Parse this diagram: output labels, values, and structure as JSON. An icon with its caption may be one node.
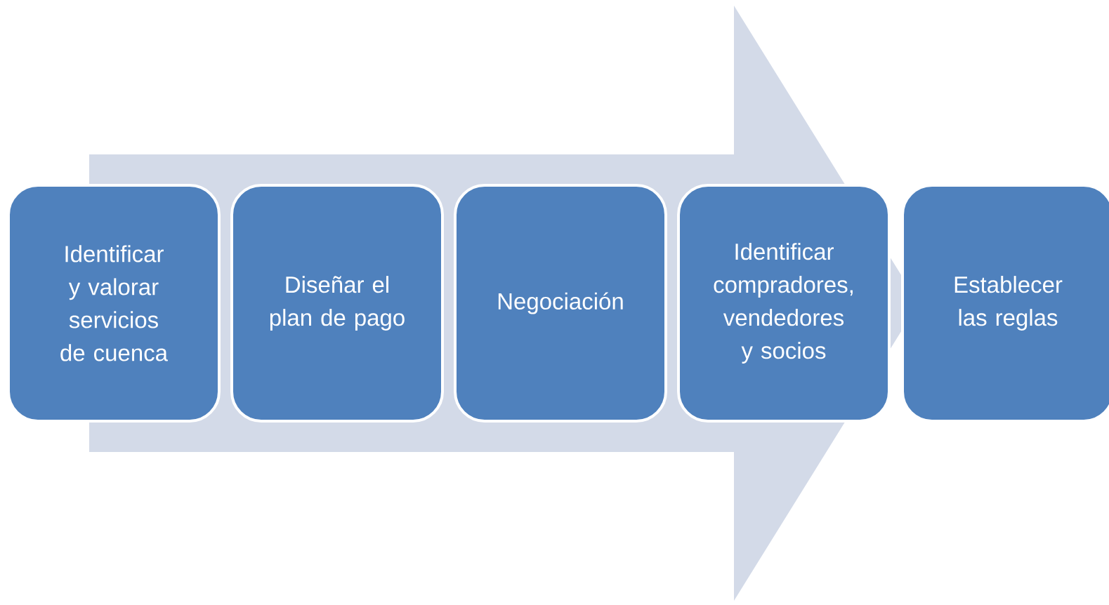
{
  "diagram": {
    "nodes": [
      {
        "text": [
          "Identificar y valorar servicios de cuenca"
        ]
      },
      {
        "text": [
          "Diseñar el plan de pago"
        ]
      },
      {
        "text": [
          "Negociación"
        ]
      },
      {
        "text": [
          "Identificar compradores, vendedores y socios"
        ]
      },
      {
        "text": [
          "Establecer las reglas"
        ]
      }
    ],
    "edges": [
      {
        "from": 0,
        "to": 4,
        "arrow": "to"
      }
    ]
  }
}
